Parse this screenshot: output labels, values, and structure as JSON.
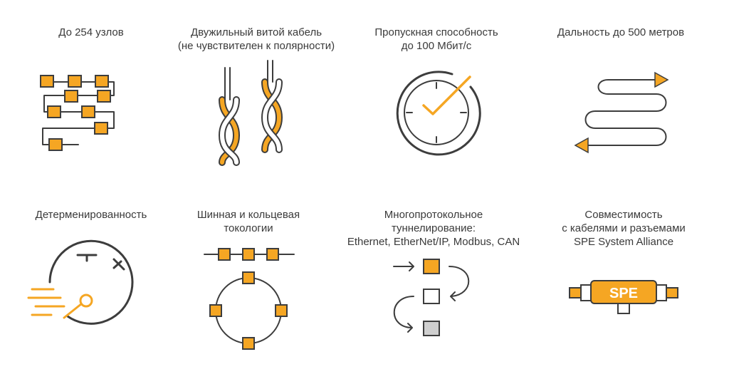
{
  "features": [
    {
      "lines": [
        "До 254 узлов"
      ],
      "icon": "node-chain-icon"
    },
    {
      "lines": [
        "Двужильный витой кабель",
        "(не чувствителен к полярности)"
      ],
      "icon": "twisted-pair-icon"
    },
    {
      "lines": [
        "Пропускная способность",
        "до 100 Мбит/с"
      ],
      "icon": "clock-check-icon"
    },
    {
      "lines": [
        "Дальность до 500 метров"
      ],
      "icon": "serpentine-arrow-icon"
    },
    {
      "lines": [
        "Детерменированность"
      ],
      "icon": "stopwatch-icon"
    },
    {
      "lines": [
        "Шинная и кольцевая",
        "токологии"
      ],
      "icon": "bus-ring-topology-icon"
    },
    {
      "lines": [
        "Многопротокольное",
        "туннелирование:",
        "Ethernet, EtherNet/IP, Modbus, CAN"
      ],
      "icon": "protocol-flow-icon"
    },
    {
      "lines": [
        "Совместимость",
        "с кабелями и разъемами",
        "SPE System Alliance"
      ],
      "icon": "spe-connector-icon"
    }
  ],
  "spe_badge": "SPE",
  "colors": {
    "accent": "#f5a623",
    "stroke": "#3d3d3d",
    "text": "#3a3a3a",
    "gray_fill": "#cfcfcf"
  }
}
